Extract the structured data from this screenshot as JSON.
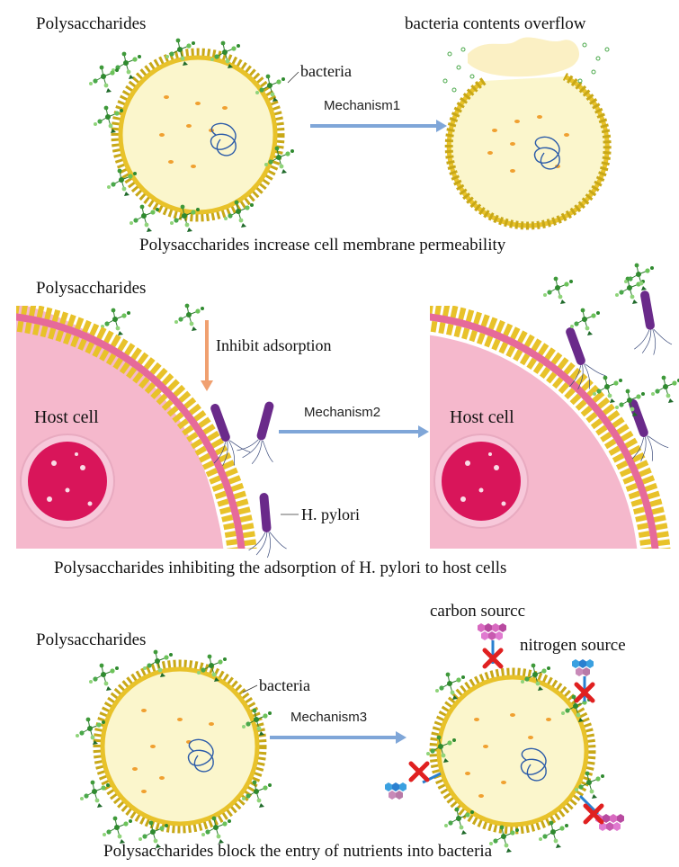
{
  "panel1": {
    "polysaccharides_label": "Polysaccharides",
    "bacteria_label": "bacteria",
    "overflow_label": "bacteria contents overflow",
    "mechanism_label": "Mechanism1",
    "caption": "Polysaccharides increase cell membrane permeability"
  },
  "panel2": {
    "polysaccharides_label": "Polysaccharides",
    "inhibit_label": "Inhibit adsorption",
    "host_cell_left": "Host cell",
    "host_cell_right": "Host cell",
    "mechanism_label": "Mechanism2",
    "pylori_label": "H. pylori",
    "caption": "Polysaccharides inhibiting the adsorption of H. pylori to host cells"
  },
  "panel3": {
    "polysaccharides_label": "Polysaccharides",
    "bacteria_label": "bacteria",
    "carbon_label": "carbon sourcc",
    "nitrogen_label": "nitrogen source",
    "mechanism_label": "Mechanism3",
    "caption": "Polysaccharides block the entry of nutrients into bacteria"
  },
  "colors": {
    "membrane_outer": "#e8c22a",
    "cytoplasm": "#fbf6cc",
    "granule": "#f0a030",
    "dna": "#2a5aa8",
    "poly_green": "#3f9a3a",
    "arrow_blue": "#7fa6d8",
    "arrow_orange": "#f0a070",
    "host_pink": "#f5b8cc",
    "bilayer_pink": "#e66a9a",
    "nucleus": "#d9155a",
    "hpylori": "#6a2a8a",
    "block_red": "#e02020",
    "carbon_pink": "#d86ac0",
    "nitrogen_blue": "#3aa0e0"
  }
}
